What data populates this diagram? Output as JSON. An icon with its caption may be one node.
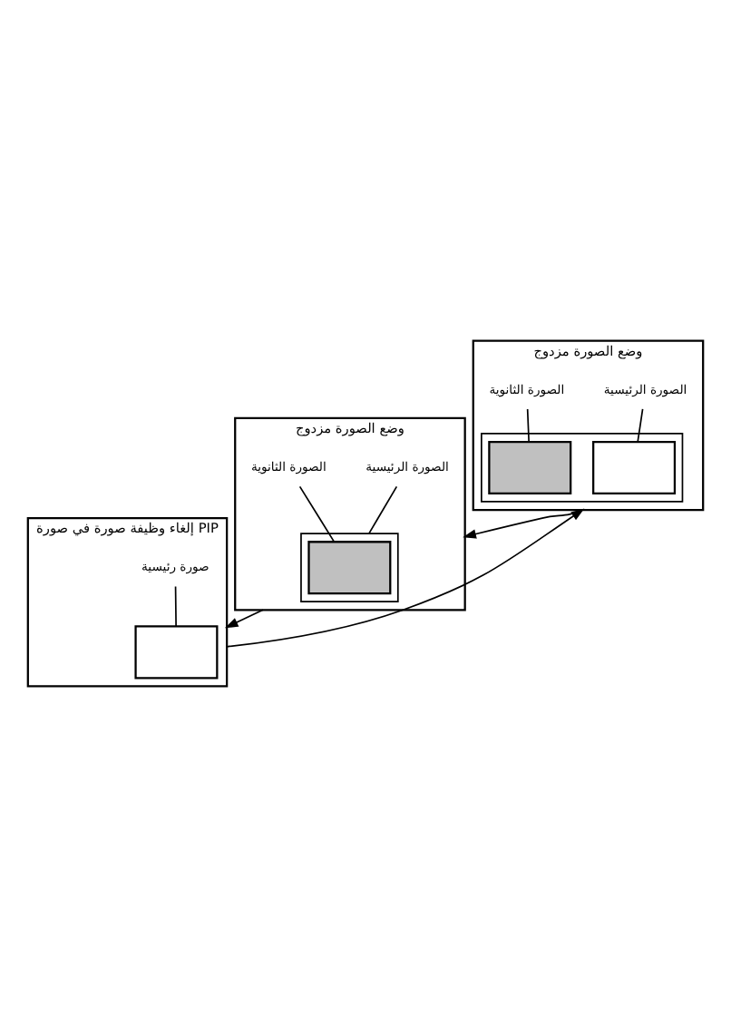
{
  "diagram": {
    "nodes": [
      {
        "text": [
          "وضع الصورة مزدوج"
        ]
      },
      {
        "text": [],
        "shape": "box",
        "in": 0
      },
      {
        "text": [],
        "shape": "box",
        "in": 1
      },
      {
        "text": [],
        "shape": "box",
        "in": 1
      },
      {
        "text": [
          "الصورة الرئيسية"
        ],
        "in": 0
      },
      {
        "text": [
          "الصورة الثانوية"
        ],
        "in": 0
      },
      {
        "text": [
          "وضع الصورة مزدوج"
        ]
      },
      {
        "text": [],
        "shape": "box",
        "in": 6
      },
      {
        "text": [],
        "shape": "box",
        "in": 7
      },
      {
        "text": [
          "الصورة الرئيسية"
        ],
        "in": 6
      },
      {
        "text": [
          "الصورة الثانوية"
        ],
        "in": 6
      },
      {
        "text": [
          "إلغاء وظيفة صورة في صورة PIP"
        ]
      },
      {
        "text": [],
        "shape": "box",
        "in": 11
      },
      {
        "text": [
          "صورة رئيسية"
        ],
        "in": 11
      }
    ],
    "edges": [
      {
        "from": 0,
        "to": 6,
        "arrow": "to"
      },
      {
        "from": 6,
        "to": 11,
        "arrow": "to"
      },
      {
        "from": 11,
        "to": 0,
        "arrow": "to"
      },
      {
        "from": 4,
        "to": 2,
        "arrow": "none"
      },
      {
        "from": 5,
        "to": 3,
        "arrow": "none"
      },
      {
        "from": 9,
        "to": 7,
        "arrow": "none"
      },
      {
        "from": 10,
        "to": 8,
        "arrow": "none"
      },
      {
        "from": 13,
        "to": 12,
        "arrow": "none"
      }
    ]
  }
}
